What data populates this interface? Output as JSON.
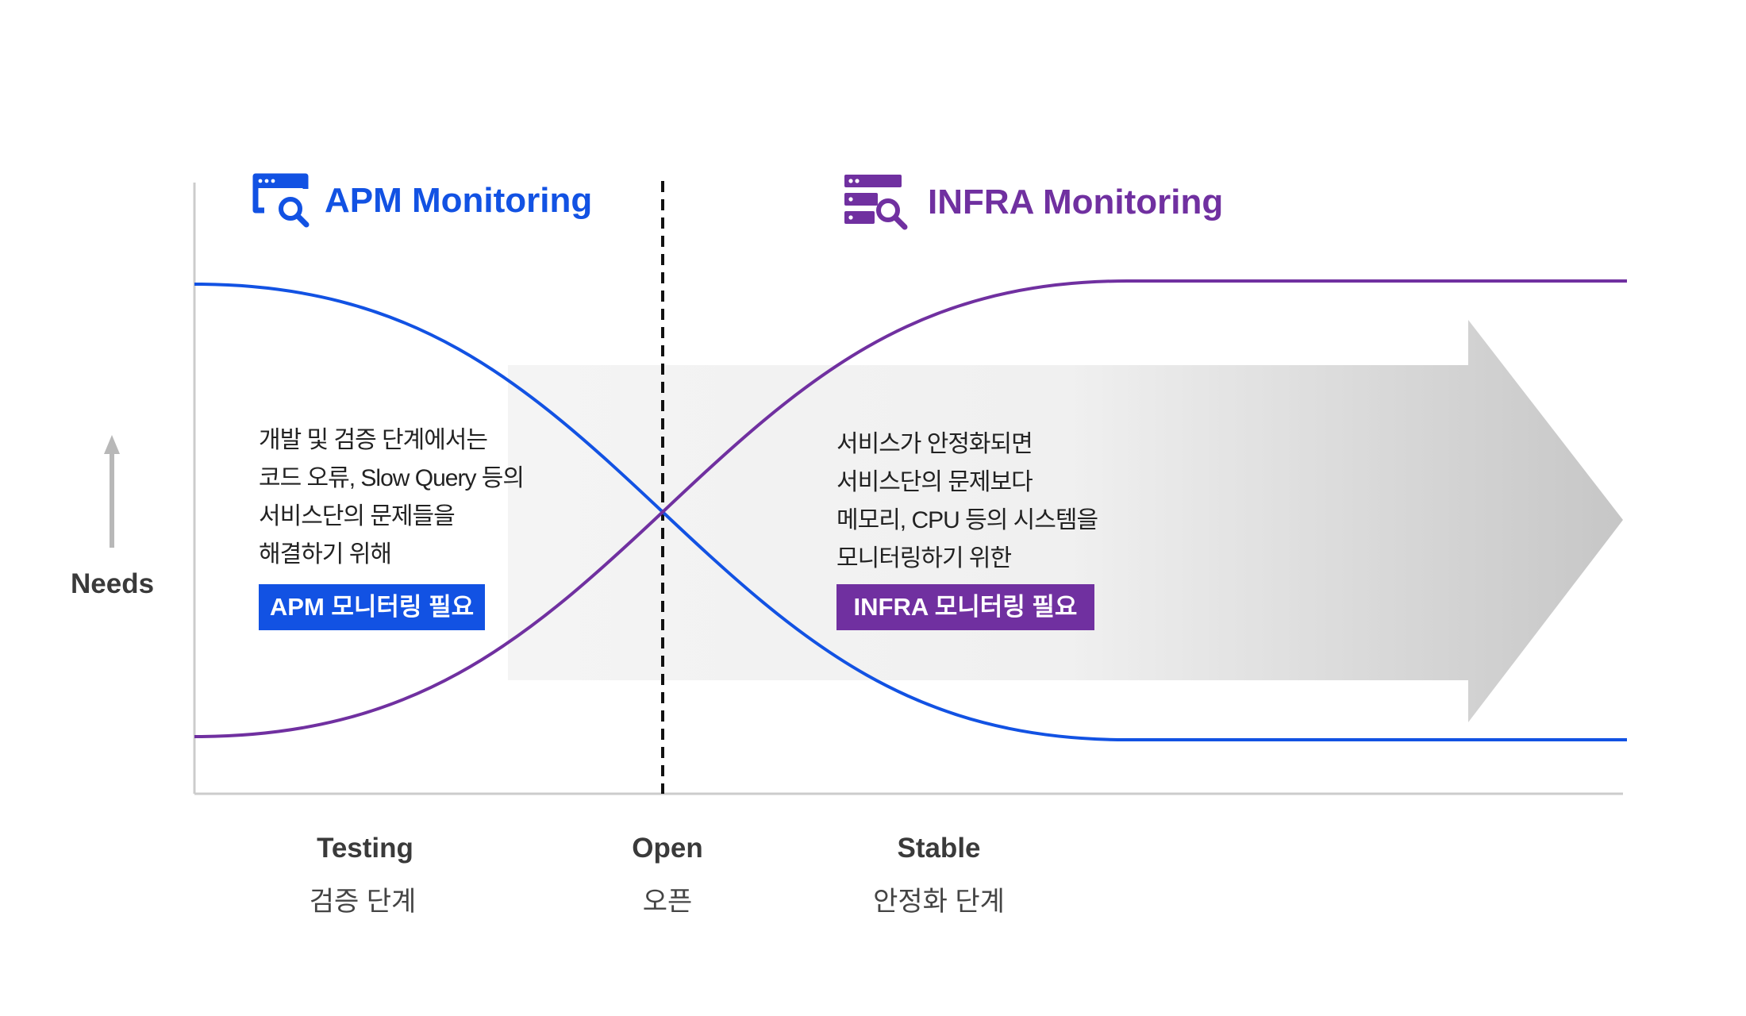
{
  "colors": {
    "apm": "#1252e3",
    "infra": "#7030a0",
    "axis": "#cccccc",
    "arrow_light": "#f4f4f4",
    "arrow_dark": "#c6c6c6",
    "divider": "#111111",
    "needs_arrow": "#b8b8b8"
  },
  "y_axis": {
    "label": "Needs"
  },
  "apm": {
    "title": "APM Monitoring",
    "icon": "browser-search-icon",
    "description": [
      "개발 및 검증 단계에서는",
      "코드 오류, Slow Query 등의",
      "서비스단의 문제들을",
      "해결하기 위해"
    ],
    "badge": "APM 모니터링 필요",
    "need_by_stage": [
      "high",
      "medium",
      "low"
    ]
  },
  "infra": {
    "title": "INFRA Monitoring",
    "icon": "server-search-icon",
    "description": [
      "서비스가 안정화되면",
      "서비스단의 문제보다",
      "메모리, CPU 등의 시스템을",
      "모니터링하기 위한"
    ],
    "badge": "INFRA 모니터링 필요",
    "need_by_stage": [
      "low",
      "medium",
      "high"
    ]
  },
  "stages": [
    {
      "name": "Testing",
      "sub": "검증 단계"
    },
    {
      "name": "Open",
      "sub": "오픈"
    },
    {
      "name": "Stable",
      "sub": "안정화 단계"
    }
  ]
}
